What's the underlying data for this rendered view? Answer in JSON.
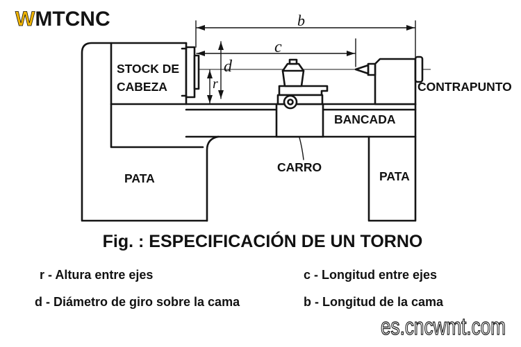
{
  "logo": {
    "mark": "W",
    "name": "MTCNC"
  },
  "colors": {
    "logo_accent": "#f0b400"
  },
  "diagram": {
    "dimension_labels": {
      "b": "b",
      "c": "c",
      "d": "d",
      "r": "r"
    },
    "part_labels": {
      "headstock_line1": "STOCK DE",
      "headstock_line2": "CABEZA",
      "tailstock": "CONTRAPUNTO",
      "bed": "BANCADA",
      "carriage": "CARRO",
      "leg_left": "PATA",
      "leg_right": "PATA"
    }
  },
  "caption": "Fig. : ESPECIFICACIÓN DE UN TORNO",
  "legend": [
    "r - Altura entre ejes",
    "c - Longitud entre ejes",
    "d - Diámetro de giro sobre la cama",
    "b - Longitud de la cama"
  ],
  "watermark": "es.cncwmt.com"
}
